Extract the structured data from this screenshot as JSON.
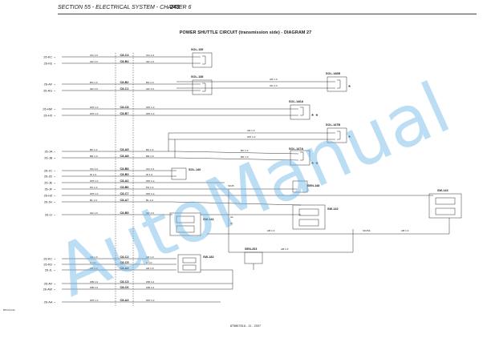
{
  "header": {
    "section": "SECTION 55 - ELECTRICAL SYSTEM - CHAPTER 6",
    "page_number": "243"
  },
  "title": "POWER SHUTTLE CIRCUIT (transmission side) - DIAGRAM 27",
  "watermark": "AutoManual",
  "figure_ref": "BPC2114A",
  "footer": "87586781A - 11 - 2007",
  "left_terminals": [
    {
      "id": "26-KC",
      "wire_a": "OG 1.0",
      "conn": "C8-C4",
      "wire_b": "OG 1.0"
    },
    {
      "id": "26-KE",
      "wire_a": "GR 1.0",
      "conn": "C8-B4",
      "wire_b": "GR 1.0"
    },
    {
      "id": "26-AF",
      "wire_a": "BN 1.0",
      "conn": "C8-B2",
      "wire_b": "BN 1.0"
    },
    {
      "id": "26-AG",
      "wire_a": "GR 1.0",
      "conn": "C8-C1",
      "wire_b": "GR 1.0"
    },
    {
      "id": "26-HW",
      "wire_a": "WH 1.0",
      "conn": "C8-C8",
      "wire_b": "WH 1.0"
    },
    {
      "id": "26-HX",
      "wire_a": "WH 1.0",
      "conn": "C8-B7",
      "wire_b": "WH 1.0"
    },
    {
      "id": "26-JA",
      "wire_a": "BK 1.0",
      "conn": "C8-A5",
      "wire_b": "BK 1.0"
    },
    {
      "id": "26-JB",
      "wire_a": "BR 1.0",
      "conn": "C8-A8",
      "wire_b": "BR 1.0"
    },
    {
      "id": "26-JC",
      "wire_a": "OG 1.0",
      "conn": "C8-B8",
      "wire_b": "OG 1.0"
    },
    {
      "id": "26-JD",
      "wire_a": "W 1.0",
      "conn": "C8-B3",
      "wire_b": "W 1.0"
    },
    {
      "id": "26-JE",
      "wire_a": "WH 1.0",
      "conn": "C8-A2",
      "wire_b": "WH 1.0"
    },
    {
      "id": "26-JF",
      "wire_a": "PK 1.0",
      "conn": "C8-B6",
      "wire_b": "PK 1.0"
    },
    {
      "id": "26-HZ",
      "wire_a": "WH 1.0",
      "conn": "C8-C7",
      "wire_b": "WH 1.0"
    },
    {
      "id": "26-JH",
      "wire_a": "BL 1.0",
      "conn": "C8-A7",
      "wire_b": "BL 1.0"
    },
    {
      "id": "26-JJ",
      "wire_a": "GR 1.0",
      "conn": "C8-B5",
      "wire_b": "GR 1.0"
    },
    {
      "id": "26-KC",
      "wire_a": "AR 1.0",
      "conn": "C8-C2",
      "wire_b": "AR 1.0"
    },
    {
      "id": "26-KD",
      "wire_a": "C 1.0",
      "conn": "C8-C5",
      "wire_b": "C 1.0"
    },
    {
      "id": "26-JL",
      "wire_a": "AR 1.0",
      "conn": "C8-A4",
      "wire_b": "AR 1.0"
    },
    {
      "id": "26-AV",
      "wire_a": "WB 1.0",
      "conn": "C8-C3",
      "wire_b": "WB 1.0"
    },
    {
      "id": "26-AW",
      "wire_a": "WB 1.0",
      "conn": "C8-C6",
      "wire_b": "WB 1.0"
    },
    {
      "id": "26-AA",
      "wire_a": "WH 1.0",
      "conn": "C8-A3",
      "wire_b": "WH 1.0"
    }
  ],
  "components": [
    {
      "id": "SOL-139"
    },
    {
      "id": "SOL-138"
    },
    {
      "id": "SOL-146B"
    },
    {
      "id": "SOL-146A"
    },
    {
      "id": "SOL-147B"
    },
    {
      "id": "SOL-147A"
    },
    {
      "id": "SOL-140"
    },
    {
      "id": "SEN-148"
    },
    {
      "id": "SW-143"
    },
    {
      "id": "SW-142"
    },
    {
      "id": "SW-141"
    },
    {
      "id": "SEN-203"
    },
    {
      "id": "SW-182"
    }
  ],
  "wire_notes": {
    "w_ar1": "AR 1.0",
    "w_gr1": "GR 1.0",
    "w_ar2": "AR 1.0",
    "w_wh1": "WH 1.0",
    "w_bk1": "BK 1.0",
    "w_br1": "BR 1.0",
    "w_sp1": "SK25",
    "w_sp2": "SK25A",
    "w_ab1": "AB 1.0",
    "w_ab2": "AB 1.0",
    "w_ab3": "AB 1.0",
    "w_vert": "GL",
    "w_vert2": "W"
  },
  "marks": {
    "single": "*",
    "double": "* *"
  }
}
